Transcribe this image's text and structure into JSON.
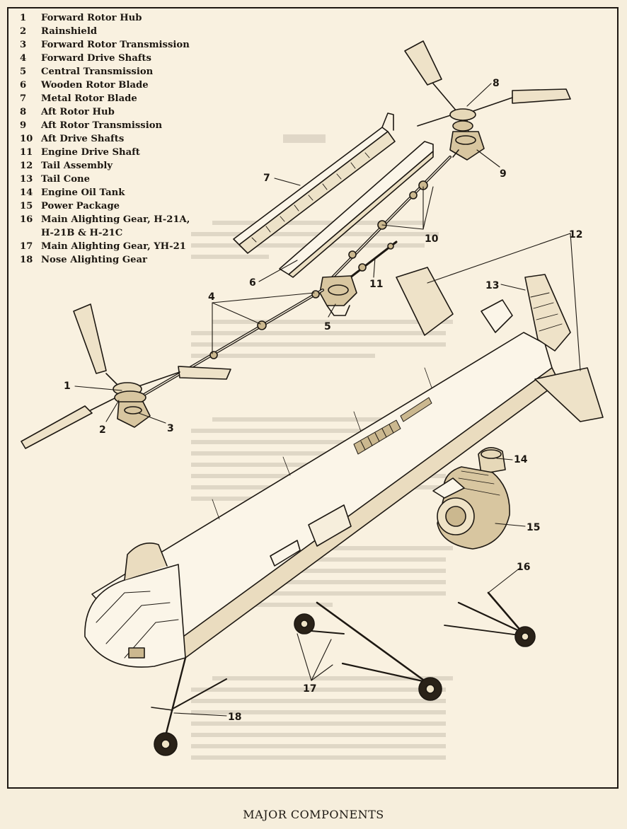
{
  "legend": [
    {
      "num": "1",
      "label": "Forward Rotor Hub"
    },
    {
      "num": "2",
      "label": "Rainshield"
    },
    {
      "num": "3",
      "label": "Forward Rotor Transmission"
    },
    {
      "num": "4",
      "label": "Forward Drive Shafts"
    },
    {
      "num": "5",
      "label": "Central Transmission"
    },
    {
      "num": "6",
      "label": "Wooden Rotor Blade"
    },
    {
      "num": "7",
      "label": "Metal Rotor Blade"
    },
    {
      "num": "8",
      "label": "Aft Rotor Hub"
    },
    {
      "num": "9",
      "label": "Aft Rotor Transmission"
    },
    {
      "num": "10",
      "label": "Aft Drive Shafts"
    },
    {
      "num": "11",
      "label": "Engine Drive Shaft"
    },
    {
      "num": "12",
      "label": "Tail Assembly"
    },
    {
      "num": "13",
      "label": "Tail Cone"
    },
    {
      "num": "14",
      "label": "Engine Oil Tank"
    },
    {
      "num": "15",
      "label": "Power Package"
    },
    {
      "num": "16",
      "label": "Main Alighting Gear,  H-21A,",
      "continuation": "H-21B & H-21C"
    },
    {
      "num": "17",
      "label": "Main Alighting Gear,  YH-21"
    },
    {
      "num": "18",
      "label": "Nose Alighting Gear"
    }
  ],
  "callouts": [
    "1",
    "2",
    "3",
    "4",
    "5",
    "6",
    "7",
    "8",
    "9",
    "10",
    "11",
    "12",
    "13",
    "14",
    "15",
    "16",
    "17",
    "18"
  ],
  "caption": "MAJOR COMPONENTS"
}
